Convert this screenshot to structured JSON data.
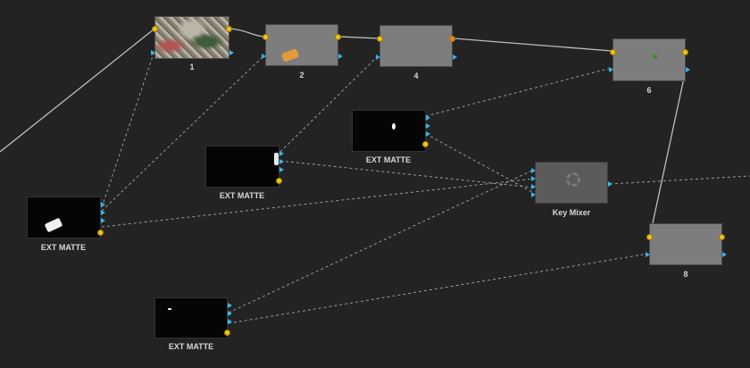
{
  "graph": {
    "background_color": "#232323",
    "wire_color_solid": "#bdbdbd",
    "wire_color_dashed": "#9a9a9a",
    "port_colors": {
      "image": "#f2c21a",
      "mask": "#3ab4e6"
    },
    "nodes": {
      "n1": {
        "label": "1",
        "thumbnail": "city-aerial-image"
      },
      "n2": {
        "label": "2",
        "thumbnail": "orange-object-image"
      },
      "n4": {
        "label": "4",
        "thumbnail": "gray"
      },
      "n6": {
        "label": "6",
        "thumbnail": "gray-with-green-dot"
      },
      "n8": {
        "label": "8",
        "thumbnail": "gray"
      },
      "key_mixer": {
        "label": "Key Mixer",
        "icon": "loading-spinner-icon"
      },
      "matte1": {
        "label": "EXT MATTE",
        "thumbnail": "white-shape-matte"
      },
      "matte2": {
        "label": "EXT MATTE",
        "thumbnail": "white-edge-matte"
      },
      "matte3": {
        "label": "EXT MATTE",
        "thumbnail": "white-dot-matte"
      },
      "matte4": {
        "label": "EXT MATTE",
        "thumbnail": "white-speck-matte"
      }
    }
  }
}
